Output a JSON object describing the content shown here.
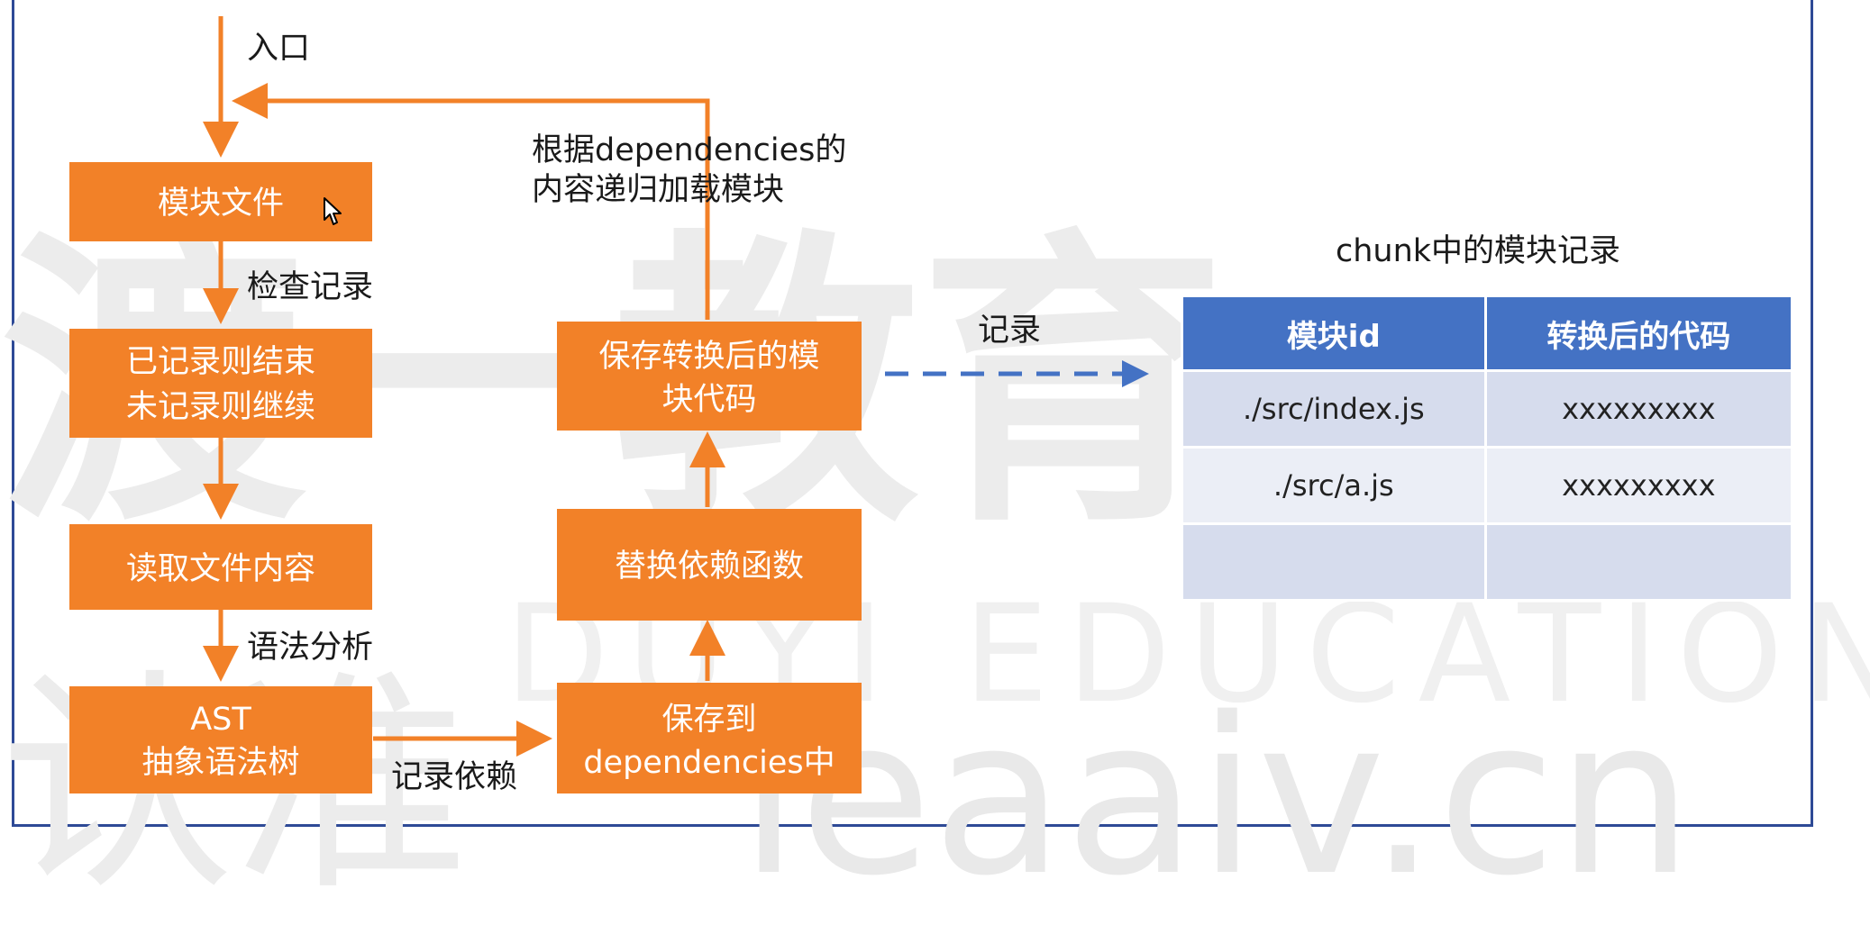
{
  "watermark": {
    "text1": "渡一教育",
    "text2": "认准",
    "edu": "DUYI EDUCATION",
    "url": "leaaiv.cn"
  },
  "colors": {
    "box": "#f28128",
    "arrow": "#f28128",
    "dashed_arrow": "#4472c4",
    "frame": "#2e4a96",
    "table_header": "#4472c4",
    "table_row": "#cfd6ea"
  },
  "left_flow": {
    "entry_label": "入口",
    "box_module_file": "模块文件",
    "check_label": "检查记录",
    "box_recorded": [
      "已记录则结束",
      "未记录则继续"
    ],
    "box_read": "读取文件内容",
    "parse_label": "语法分析",
    "box_ast": [
      "AST",
      "抽象语法树"
    ]
  },
  "right_flow": {
    "record_dep_label": "记录依赖",
    "box_save_deps": [
      "保存到",
      "dependencies中"
    ],
    "box_replace": "替换依赖函数",
    "box_save_code": [
      "保存转换后的模",
      "块代码"
    ],
    "recursive_label": [
      "根据dependencies的",
      "内容递归加载模块"
    ]
  },
  "record_label": "记录",
  "chunk": {
    "title": "chunk中的模块记录",
    "headers": [
      "模块id",
      "转换后的代码"
    ],
    "rows": [
      [
        "./src/index.js",
        "xxxxxxxxx"
      ],
      [
        "./src/a.js",
        "xxxxxxxxx"
      ],
      [
        "",
        ""
      ]
    ]
  },
  "cursor_icon": "pointer-cursor-icon"
}
